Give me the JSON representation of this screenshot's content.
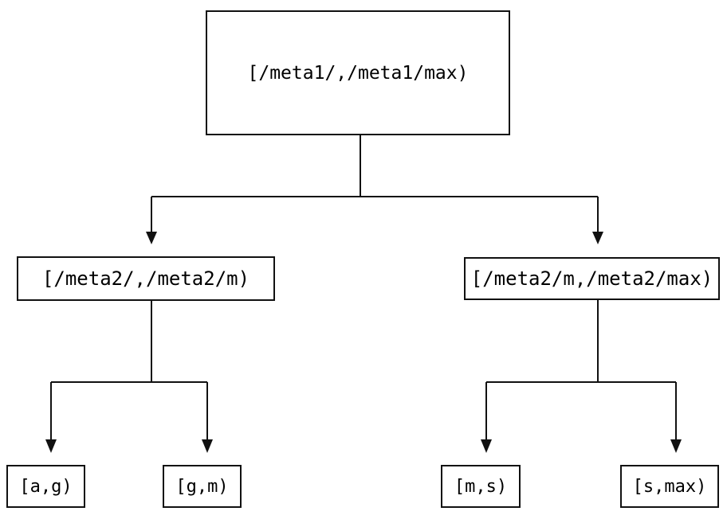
{
  "diagram": {
    "background_color": "#ffffff",
    "line_color": "#111111",
    "tree": {
      "root": {
        "label": "[/meta1/,/meta1/max)",
        "children": [
          {
            "label": "[/meta2/,/meta2/m)",
            "children": [
              {
                "label": "[a,g)"
              },
              {
                "label": "[g,m)"
              }
            ]
          },
          {
            "label": "[/meta2/m,/meta2/max)",
            "children": [
              {
                "label": "[m,s)"
              },
              {
                "label": "[s,max)"
              }
            ]
          }
        ]
      }
    }
  }
}
